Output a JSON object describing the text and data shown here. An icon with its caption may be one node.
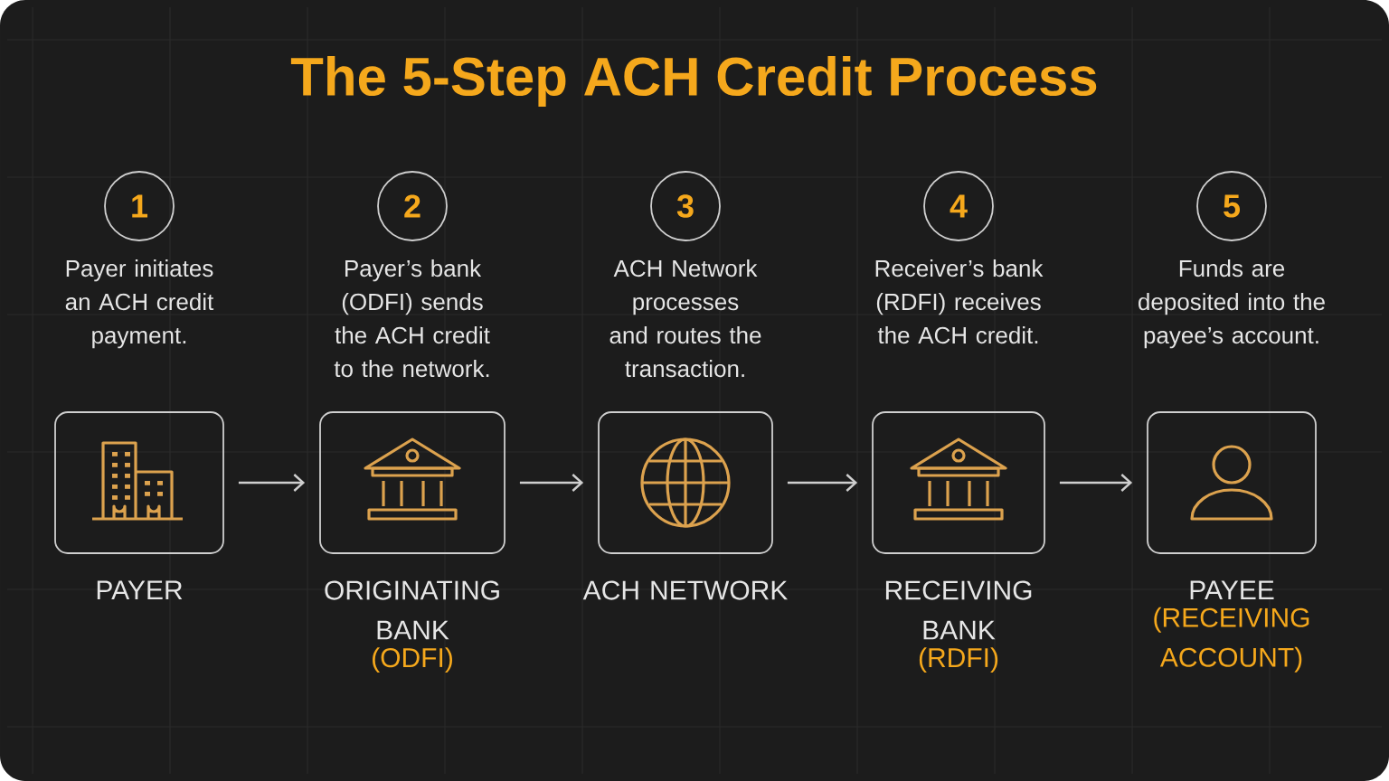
{
  "diagram": {
    "title": "The 5-Step ACH Credit Process",
    "nodes": [
      {
        "text": [
          "1"
        ],
        "beside": [
          "Payer initiates an ACH credit payment."
        ]
      },
      {
        "text": [
          "2"
        ],
        "beside": [
          "Payer’s bank (ODFI) sends the ACH credit to the network."
        ]
      },
      {
        "text": [
          "3"
        ],
        "beside": [
          "ACH Network processes and routes the transaction."
        ]
      },
      {
        "text": [
          "4"
        ],
        "beside": [
          "Receiver’s bank (RDFI) receives the ACH credit."
        ]
      },
      {
        "text": [
          "5"
        ],
        "beside": [
          "Funds are deposited into the payee’s account."
        ]
      },
      {
        "text": [
          "PAYER"
        ]
      },
      {
        "text": [
          "ORIGINATING BANK",
          "(ODFI)"
        ]
      },
      {
        "text": [
          "ACH NETWORK"
        ]
      },
      {
        "text": [
          "RECEIVING BANK",
          "(RDFI)"
        ]
      },
      {
        "text": [
          "PAYEE",
          "(RECEIVING ACCOUNT)"
        ]
      }
    ],
    "edges": [
      {
        "from": 5,
        "to": 6,
        "arrow": "to"
      },
      {
        "from": 6,
        "to": 7,
        "arrow": "to"
      },
      {
        "from": 7,
        "to": 8,
        "arrow": "to"
      },
      {
        "from": 8,
        "to": 9,
        "arrow": "to"
      }
    ]
  }
}
